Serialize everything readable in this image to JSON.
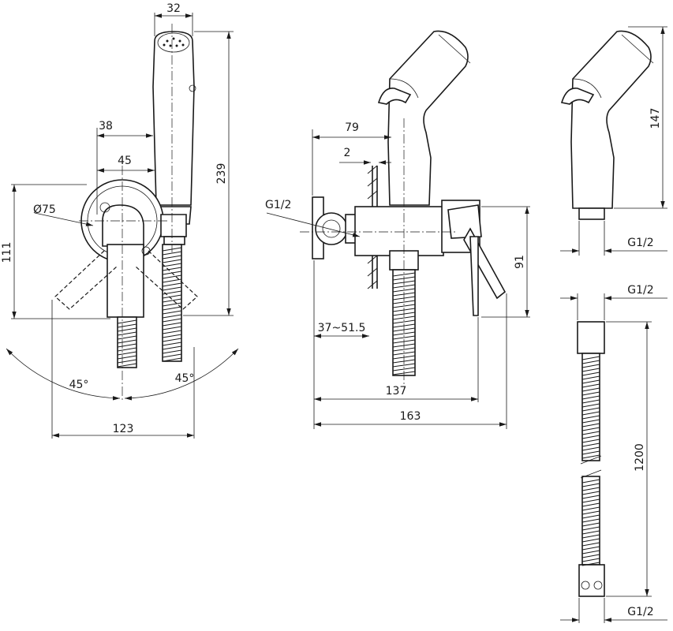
{
  "front_view": {
    "dims": {
      "top_width": "32",
      "offset_38": "38",
      "offset_45": "45",
      "diameter": "Ø75",
      "height_111": "111",
      "height_239": "239",
      "angle_left": "45°",
      "angle_right": "45°",
      "width_123": "123"
    }
  },
  "side_view": {
    "dims": {
      "depth_79": "79",
      "wall_2": "2",
      "thread": "G1/2",
      "height_91": "91",
      "range": "37~51.5",
      "length_137": "137",
      "length_163": "163"
    }
  },
  "head_view": {
    "dims": {
      "height_147": "147",
      "thread": "G1/2"
    }
  },
  "hose_view": {
    "dims": {
      "thread_top": "G1/2",
      "length": "1200",
      "thread_bottom": "G1/2"
    }
  }
}
